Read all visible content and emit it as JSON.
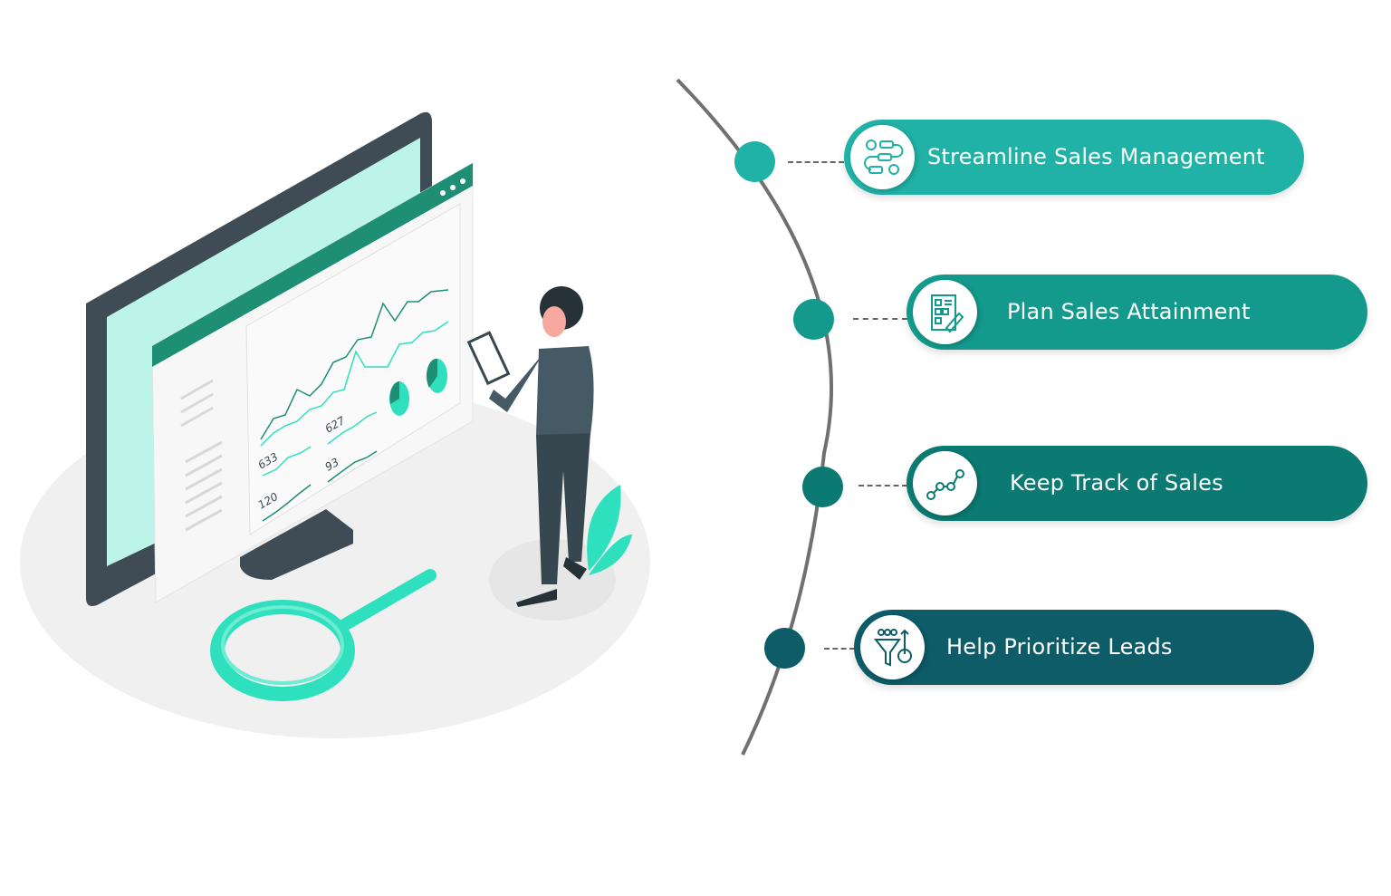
{
  "items": [
    {
      "label": "Streamline Sales Management",
      "icon": "workflow-gear-icon",
      "color": "#20b2a6"
    },
    {
      "label": "Plan Sales Attainment",
      "icon": "plan-document-pencil-icon",
      "color": "#139a8c"
    },
    {
      "label": "Keep Track of Sales",
      "icon": "trend-line-icon",
      "color": "#0b7a72"
    },
    {
      "label": "Help Prioritize Leads",
      "icon": "sales-funnel-dollar-icon",
      "color": "#0d5c68"
    }
  ],
  "illustration": {
    "dashboard_numbers": [
      "633",
      "627",
      "120",
      "93"
    ],
    "colors": {
      "accent": "#2ee0bd",
      "dark": "#3f4c55",
      "screen": "#bcf4ea",
      "floor": "#f0f0f0"
    }
  }
}
